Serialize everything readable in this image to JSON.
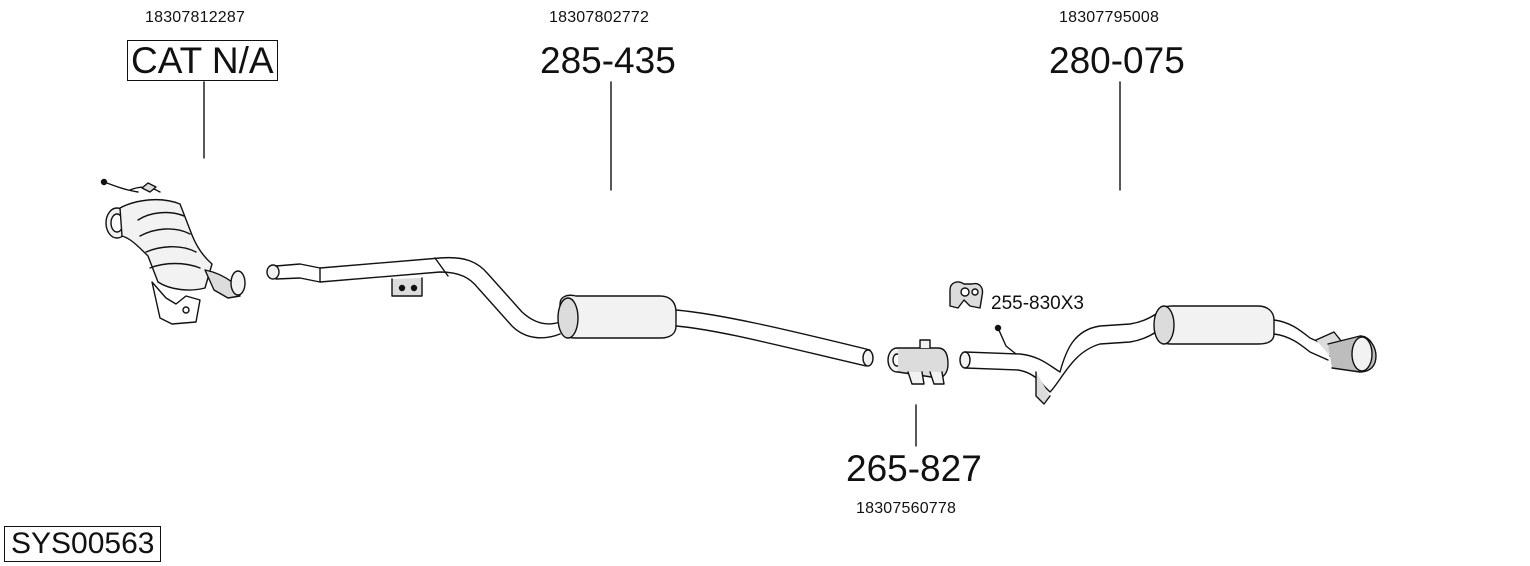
{
  "system_code": "SYS00563",
  "parts": {
    "cat": {
      "oem": "18307812287",
      "number": "CAT N/A"
    },
    "front_pipe": {
      "oem": "18307802772",
      "number": "285-435"
    },
    "rear_silencer": {
      "oem": "18307795008",
      "number": "280-075"
    },
    "clamp": {
      "oem": "18307560778",
      "number": "265-827"
    },
    "mount": {
      "number": "255-830X3"
    }
  },
  "colors": {
    "line": "#111111",
    "fill_light": "#f2f2f2",
    "fill_mid": "#dcdcdc",
    "fill_dark": "#bdbdbd"
  }
}
